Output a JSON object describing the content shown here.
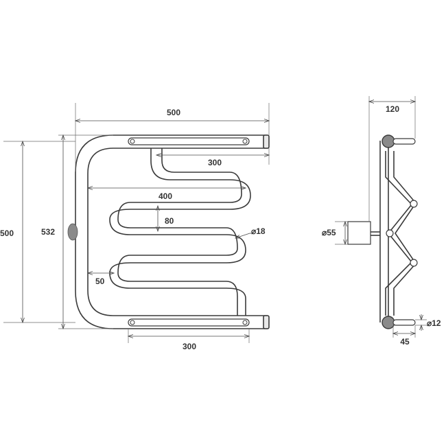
{
  "front_view": {
    "dims": {
      "overall_width": "500",
      "top_bar_length": "300",
      "inner_width": "400",
      "pitch": "80",
      "tube_diameter": "⌀18",
      "bottom_offset": "50",
      "bottom_bar_length": "300",
      "height_outer": "532",
      "height_inner": "500"
    }
  },
  "side_view": {
    "dims": {
      "depth": "120",
      "flange_diameter": "⌀55",
      "stub_length": "45",
      "stub_diameter": "⌀12"
    }
  }
}
